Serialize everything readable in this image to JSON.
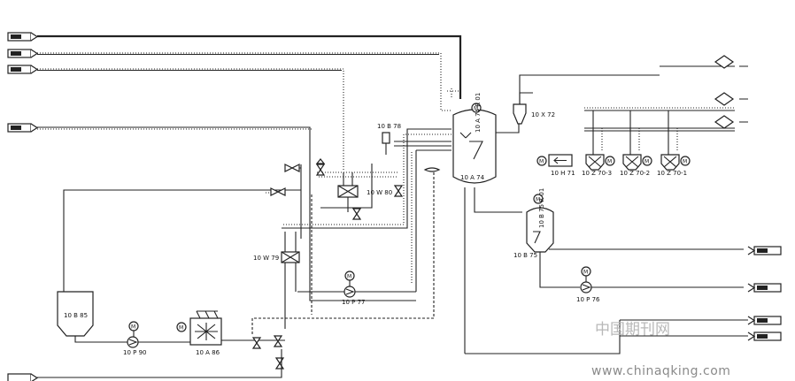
{
  "equipment": [
    {
      "id": "10b78",
      "label": "10 B 78"
    },
    {
      "id": "10w80",
      "label": "10 W 80"
    },
    {
      "id": "10w79",
      "label": "10 W 79"
    },
    {
      "id": "10b85",
      "label": "10 B 85"
    },
    {
      "id": "10p90",
      "label": "10 P 90"
    },
    {
      "id": "10a86",
      "label": "10 A 86"
    },
    {
      "id": "10p77",
      "label": "10 P 77"
    },
    {
      "id": "10a74",
      "label": "10 A 74"
    },
    {
      "id": "10a74v",
      "label": "10 A 74 R 01"
    },
    {
      "id": "10x72",
      "label": "10 X 72"
    },
    {
      "id": "10h71",
      "label": "10 H 71"
    },
    {
      "id": "10z703",
      "label": "10 Z 70-3"
    },
    {
      "id": "10z702",
      "label": "10 Z 70-2"
    },
    {
      "id": "10z701",
      "label": "10 Z 70-1"
    },
    {
      "id": "10b75",
      "label": "10 B 75"
    },
    {
      "id": "10b75v",
      "label": "10 B 75 R 01"
    },
    {
      "id": "10p76",
      "label": "10 P 76"
    }
  ],
  "motor_symbol": "M",
  "watermark": {
    "chinese": "中国期刊网",
    "url": "www.chinaqking.com"
  }
}
